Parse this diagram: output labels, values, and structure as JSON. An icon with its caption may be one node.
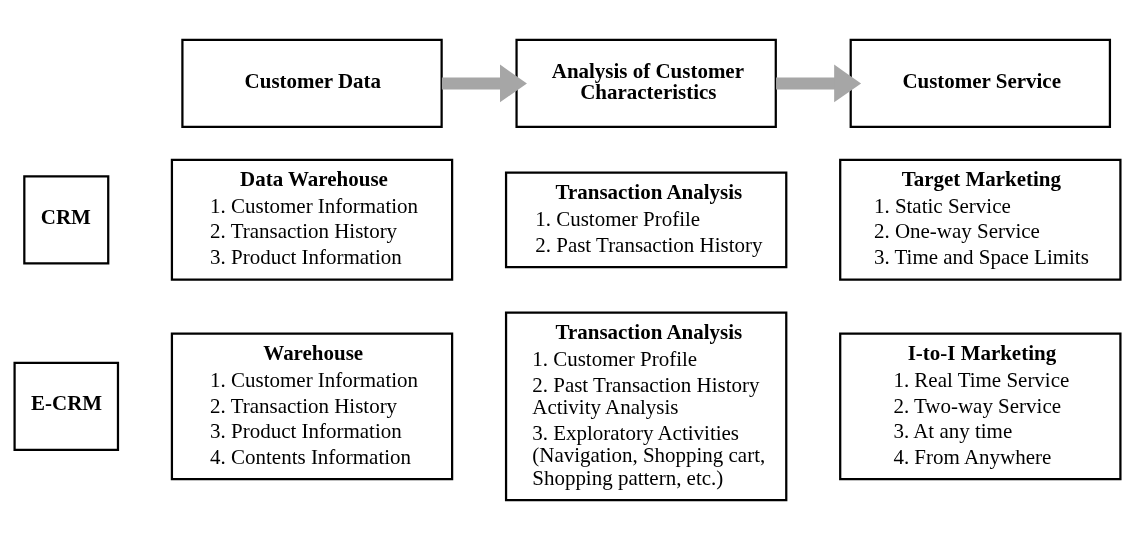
{
  "diagram": {
    "nodes": [
      {
        "text": [
          "Customer Data"
        ]
      },
      {
        "text": [
          "Analysis of Customer Characteristics"
        ]
      },
      {
        "text": [
          "Customer Service"
        ]
      },
      {
        "text": [
          "CRM"
        ]
      },
      {
        "text": [
          "Data Warehouse",
          "1. Customer Information",
          "2. Transaction History",
          "3. Product Information"
        ]
      },
      {
        "text": [
          "Transaction Analysis",
          "1. Customer Profile",
          "2. Past Transaction History"
        ]
      },
      {
        "text": [
          "Target Marketing",
          "1. Static Service",
          "2. One-way Service",
          "3. Time and Space Limits"
        ]
      },
      {
        "text": [
          "E-CRM"
        ]
      },
      {
        "text": [
          "Warehouse",
          "1. Customer Information",
          "2. Transaction History",
          "3. Product Information",
          "4. Contents Information"
        ]
      },
      {
        "text": [
          "Transaction Analysis",
          "1. Customer Profile",
          "2. Past Transaction History Activity Analysis",
          "3. Exploratory Activities (Navigation, Shopping cart, Shopping pattern, etc.)"
        ]
      },
      {
        "text": [
          "I-to-I Marketing",
          "1. Real Time Service",
          "2. Two-way Service",
          "3. At any time",
          "4. From Anywhere"
        ]
      }
    ],
    "edges": [
      {
        "from": 0,
        "to": 1,
        "arrow": "to"
      },
      {
        "from": 1,
        "to": 2,
        "arrow": "to"
      }
    ]
  }
}
